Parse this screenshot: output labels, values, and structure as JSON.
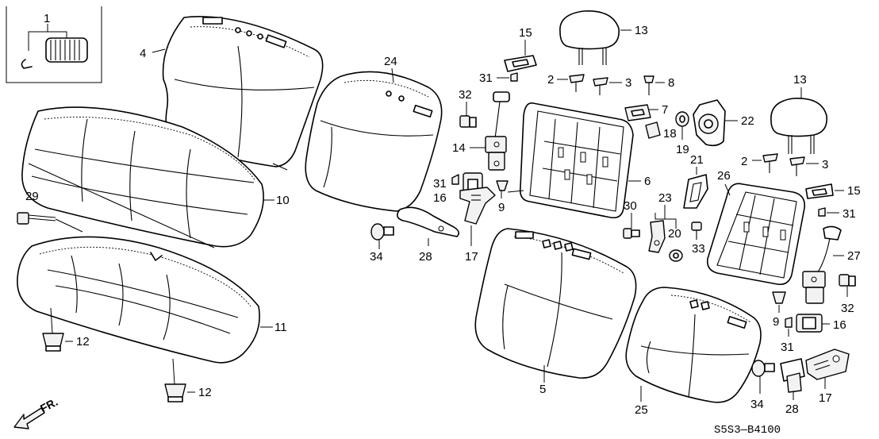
{
  "callouts": {
    "c1": "1",
    "c2a": "2",
    "c2b": "2",
    "c3a": "3",
    "c3b": "3",
    "c4": "4",
    "c5": "5",
    "c6": "6",
    "c7": "7",
    "c8": "8",
    "c9a": "9",
    "c9b": "9",
    "c10": "10",
    "c11": "11",
    "c12a": "12",
    "c12b": "12",
    "c13a": "13",
    "c13b": "13",
    "c14": "14",
    "c15a": "15",
    "c15b": "15",
    "c16a": "16",
    "c16b": "16",
    "c17a": "17",
    "c17b": "17",
    "c18": "18",
    "c19": "19",
    "c20": "20",
    "c21": "21",
    "c22": "22",
    "c23": "23",
    "c24": "24",
    "c25": "25",
    "c26": "26",
    "c27": "27",
    "c28a": "28",
    "c28b": "28",
    "c29": "29",
    "c30": "30",
    "c31a": "31",
    "c31b": "31",
    "c31c": "31",
    "c31d": "31",
    "c32a": "32",
    "c32b": "32",
    "c33": "33",
    "c34a": "34",
    "c34b": "34"
  },
  "front_indicator": "FR.",
  "diagram_code": "S5S3—B4100"
}
